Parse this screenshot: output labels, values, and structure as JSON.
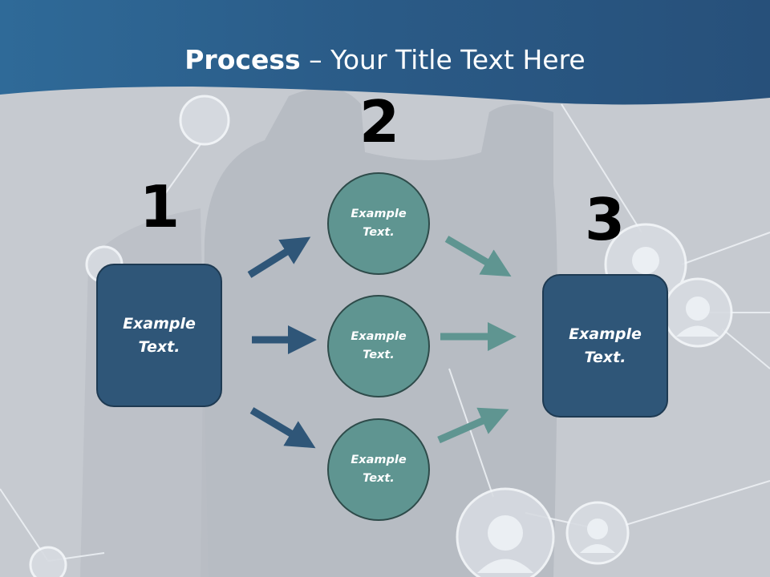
{
  "slide": {
    "title_bold": "Process",
    "title_rest": " – Your Title Text Here"
  },
  "steps": [
    {
      "number": "1",
      "lines": [
        "Example",
        "Text."
      ]
    },
    {
      "number": "2",
      "items": [
        {
          "lines": [
            "Example",
            "Text."
          ]
        },
        {
          "lines": [
            "Example",
            "Text."
          ]
        },
        {
          "lines": [
            "Example",
            "Text."
          ]
        }
      ]
    },
    {
      "number": "3",
      "lines": [
        "Example",
        "Text."
      ]
    }
  ],
  "colors": {
    "header": "#2f5a82",
    "box_fill": "#2f5678",
    "circle_fill": "#5f9591",
    "arrow_blue": "#2f5678",
    "arrow_teal": "#5f9591",
    "background": "#c7cbd1"
  }
}
